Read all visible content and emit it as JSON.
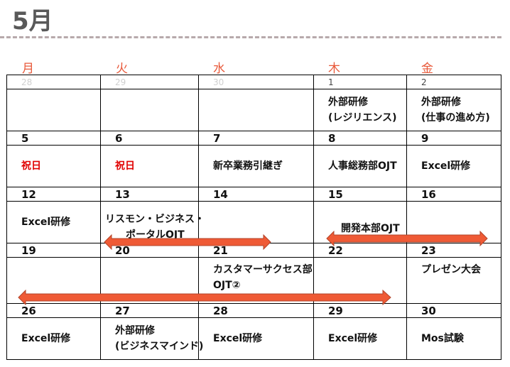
{
  "header": {
    "month_title": "5月"
  },
  "weekdays": [
    "月",
    "火",
    "水",
    "木",
    "金"
  ],
  "colors": {
    "weekday": "#e8593a",
    "holiday": "#e00000",
    "arrow_fill": "#ef5a35",
    "arrow_stroke": "#b2442a",
    "divider": "#b7a9ab",
    "title": "#595959"
  },
  "weeks": [
    {
      "dates": [
        "28",
        "29",
        "30",
        "1",
        "2"
      ],
      "events": [
        "",
        "",
        "",
        "外部研修\n(レジリエンス)",
        "外部研修\n(仕事の進め方)"
      ],
      "events_lines": [
        [],
        [],
        [],
        [
          "外部研修",
          "(レジリエンス)"
        ],
        [
          "外部研修",
          "(仕事の進め方)"
        ]
      ]
    },
    {
      "dates": [
        "5",
        "6",
        "7",
        "8",
        "9"
      ],
      "events_lines": [
        [
          "祝日"
        ],
        [
          "祝日"
        ],
        [
          "新卒業務引継ぎ"
        ],
        [
          "人事総務部OJT"
        ],
        [
          "Excel研修"
        ]
      ]
    },
    {
      "dates": [
        "12",
        "13",
        "14",
        "15",
        "16"
      ],
      "events_lines": [
        [
          "Excel研修"
        ],
        [],
        [],
        [],
        []
      ]
    },
    {
      "dates": [
        "19",
        "20",
        "21",
        "22",
        "23"
      ],
      "events_lines": [
        [],
        [],
        [
          "カスタマーサクセス部",
          "OJT②"
        ],
        [],
        [
          "プレゼン大会"
        ]
      ]
    },
    {
      "dates": [
        "26",
        "27",
        "28",
        "29",
        "30"
      ],
      "events_lines": [
        [
          "Excel研修"
        ],
        [
          "外部研修",
          "(ビジネスマインド)"
        ],
        [
          "Excel研修"
        ],
        [
          "Excel研修"
        ],
        [
          "Mos試験"
        ]
      ]
    }
  ],
  "spanning_events": [
    {
      "label_line1": "リスモン・ビジネス・",
      "label_line2": "ポータルOJT",
      "span": "13-14",
      "arrow": "double"
    },
    {
      "label": "開発本部OJT",
      "span": "15-16",
      "arrow": "double"
    },
    {
      "label": "カスタマーサクセス部 OJT②",
      "span": "19-22",
      "arrow": "double"
    }
  ]
}
